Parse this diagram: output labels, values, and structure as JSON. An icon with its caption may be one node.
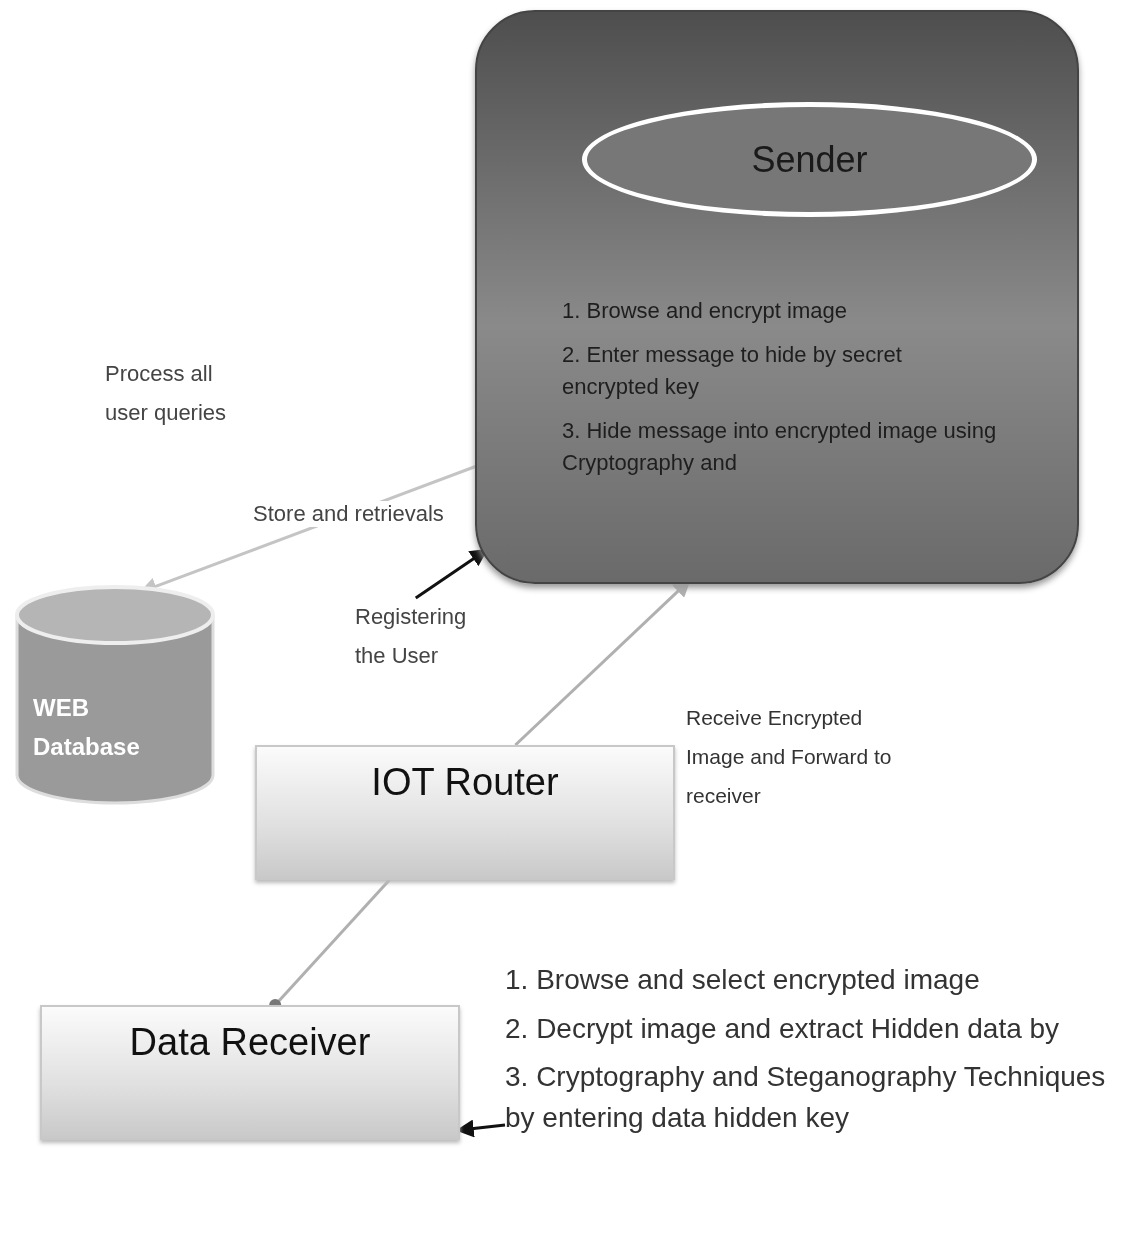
{
  "diagram": {
    "nodes": [
      {
        "text": [
          "1. Browse and encrypt image",
          "2. Enter message to hide by secret encrypted key",
          "3. Hide message into encrypted image using Cryptography and"
        ]
      },
      {
        "text": [
          "Sender"
        ],
        "in": 0
      },
      {
        "text": [
          "WEB Database"
        ]
      },
      {
        "text": [
          "IOT Router"
        ],
        "beside": [
          "Receive Encrypted Image and Forward to receiver"
        ]
      },
      {
        "text": [
          "Data Receiver"
        ]
      },
      {
        "text": [
          "1. Browse and select encrypted image",
          "2.  Decrypt image and extract Hidden data by",
          "3. Cryptography and Steganography Techniques by entering data hidden key"
        ]
      },
      {
        "text": [
          "Registering the User"
        ]
      }
    ],
    "edges": [
      {
        "from": 0,
        "to": 2,
        "arrow": "to",
        "label": "Store and retrievals",
        "color": "#c4c4c4"
      },
      {
        "from": 6,
        "to": 0,
        "arrow": "to"
      },
      {
        "from": 3,
        "to": 0,
        "arrow": "to",
        "color": "#b0b0b0"
      },
      {
        "from": 3,
        "to": 4,
        "arrow": "other",
        "color": "#b0b0b0"
      },
      {
        "from": 5,
        "to": 4,
        "arrow": "to"
      }
    ],
    "labels": [
      "Process all user queries"
    ]
  }
}
